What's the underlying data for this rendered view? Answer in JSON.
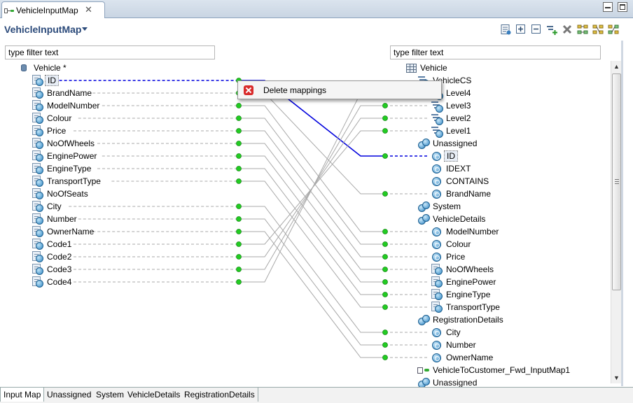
{
  "tab": {
    "title": "VehicleInputMap",
    "close_glyph": "✕"
  },
  "editor": {
    "title": "VehicleInputMap"
  },
  "toolbar": {
    "icons": [
      "form-icon",
      "expand-all-icon",
      "collapse-all-icon",
      "add-mapping-icon",
      "delete-icon",
      "layout-icon-1",
      "layout-icon-2",
      "layout-icon-3"
    ]
  },
  "left": {
    "filter_placeholder": "type filter text",
    "root": "Vehicle *",
    "fields": [
      "ID",
      "BrandName",
      "ModelNumber",
      "Colour",
      "Price",
      "NoOfWheels",
      "EnginePower",
      "EngineType",
      "TransportType",
      "NoOfSeats",
      "City",
      "Number",
      "OwnerName",
      "Code1",
      "Code2",
      "Code3",
      "Code4"
    ]
  },
  "right": {
    "filter_placeholder": "type filter text",
    "root": "Vehicle",
    "nodes": [
      {
        "label": "VehicleCS",
        "icon": "level-icon"
      },
      {
        "label": "Level4",
        "icon": "level-icon"
      },
      {
        "label": "Level3",
        "icon": "level-icon"
      },
      {
        "label": "Level2",
        "icon": "level-icon"
      },
      {
        "label": "Level1",
        "icon": "level-icon"
      },
      {
        "label": "Unassigned",
        "icon": "group-icon"
      },
      {
        "label": "ID",
        "icon": "attribute-icon"
      },
      {
        "label": "IDEXT",
        "icon": "attribute-icon"
      },
      {
        "label": "CONTAINS",
        "icon": "attribute-icon"
      },
      {
        "label": "BrandName",
        "icon": "attribute-icon"
      },
      {
        "label": "System",
        "icon": "group-icon"
      },
      {
        "label": "VehicleDetails",
        "icon": "group-icon"
      },
      {
        "label": "ModelNumber",
        "icon": "attribute-icon"
      },
      {
        "label": "Colour",
        "icon": "attribute-icon"
      },
      {
        "label": "Price",
        "icon": "attribute-icon"
      },
      {
        "label": "NoOfWheels",
        "icon": "field-icon"
      },
      {
        "label": "EnginePower",
        "icon": "field-icon"
      },
      {
        "label": "EngineType",
        "icon": "field-icon"
      },
      {
        "label": "TransportType",
        "icon": "field-icon"
      },
      {
        "label": "RegistrationDetails",
        "icon": "group-icon"
      },
      {
        "label": "City",
        "icon": "attribute-icon"
      },
      {
        "label": "Number",
        "icon": "attribute-icon"
      },
      {
        "label": "OwnerName",
        "icon": "attribute-icon"
      },
      {
        "label": "VehicleToCustomer_Fwd_InputMap1",
        "icon": "map-icon"
      },
      {
        "label": "Unassigned",
        "icon": "group-icon"
      }
    ]
  },
  "mappings": [
    {
      "from": "ID",
      "to": "ID",
      "selected": true
    },
    {
      "from": "BrandName",
      "to": "BrandName"
    },
    {
      "from": "ModelNumber",
      "to": "ModelNumber"
    },
    {
      "from": "Colour",
      "to": "Colour"
    },
    {
      "from": "Price",
      "to": "Price"
    },
    {
      "from": "NoOfWheels",
      "to": "NoOfWheels"
    },
    {
      "from": "EnginePower",
      "to": "EnginePower"
    },
    {
      "from": "EngineType",
      "to": "EngineType"
    },
    {
      "from": "TransportType",
      "to": "TransportType"
    },
    {
      "from": "City",
      "to": "City"
    },
    {
      "from": "Number",
      "to": "Number"
    },
    {
      "from": "OwnerName",
      "to": "OwnerName"
    },
    {
      "from": "Code1",
      "to": "Level1"
    },
    {
      "from": "Code2",
      "to": "Level2"
    },
    {
      "from": "Code3",
      "to": "Level3"
    },
    {
      "from": "Code4",
      "to": "Level4"
    }
  ],
  "context_menu": {
    "delete_label": "Delete mappings"
  },
  "bottom_tabs": [
    "Input Map",
    "Unassigned",
    "System",
    "VehicleDetails",
    "RegistrationDetails"
  ],
  "colors": {
    "selected_line": "#0000dd",
    "line": "#a9a9a9",
    "anchor": "#22cc22"
  }
}
